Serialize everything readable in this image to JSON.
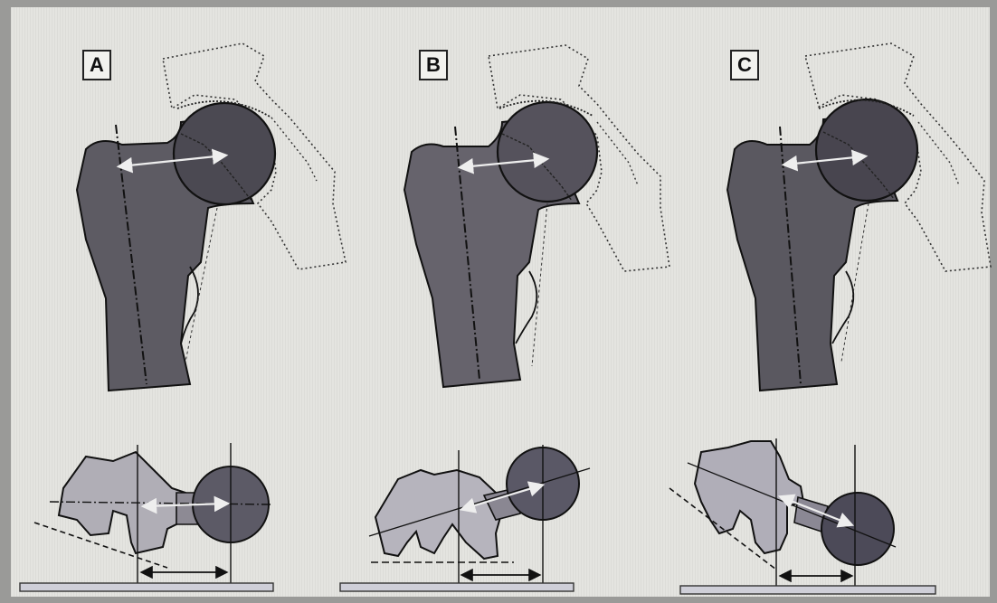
{
  "panels": [
    {
      "label": "A"
    },
    {
      "label": "B"
    },
    {
      "label": "C"
    }
  ],
  "colors": {
    "bone_dark": "#5a5860",
    "bone_mid": "#6e6b72",
    "head": "#4a4750",
    "pelvis_outline": "#333333",
    "section_light": "#b4b2ba",
    "section_head": "#5c5a66",
    "arrow_light": "#e8e8ea"
  }
}
